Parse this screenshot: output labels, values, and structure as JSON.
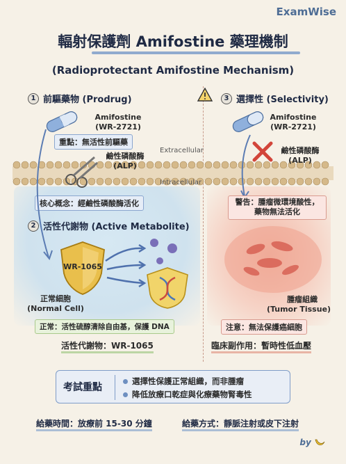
{
  "brand": "ExamWise",
  "title": "輻射保護劑 Amifostine 藥理機制",
  "subtitle": "(Radioprotectant Amifostine Mechanism)",
  "left": {
    "s1_num": "1",
    "s1_title": "前驅藥物 (Prodrug)",
    "drug_name": "Amifostine",
    "drug_code": "(WR-2721)",
    "key_point": "重點：無活性前驅藥",
    "enzyme": "鹼性磷酸酶",
    "enzyme_abbr": "(ALP)",
    "core_concept": "核心概念：經鹼性磷酸酶活化",
    "s2_num": "2",
    "s2_title": "活性代謝物 (Active Metabolite)",
    "shield_label": "WR-1065",
    "cell_label": "正常細胞",
    "cell_label_en": "(Normal Cell)",
    "normal_note": "正常：活性硫醇清除自由基，保護 DNA",
    "metabolite": "活性代謝物：WR-1065"
  },
  "membrane": {
    "extracellular": "Extracellular",
    "intracellular": "Intracellular"
  },
  "right": {
    "s3_num": "3",
    "s3_title": "選擇性 (Selectivity)",
    "drug_name": "Amifostine",
    "drug_code": "(WR-2721)",
    "enzyme": "鹼性磷酸酶",
    "enzyme_abbr": "(ALP)",
    "warning_line1": "警告：腫瘤微環境酸性，",
    "warning_line2": "藥物無法活化",
    "tumor_label": "腫瘤組織",
    "tumor_label_en": "(Tumor Tissue)",
    "tumor_note": "注意：無法保護癌細胞",
    "side_effect": "臨床副作用：暫時性低血壓"
  },
  "exam": {
    "title": "考試重點",
    "items": [
      "選擇性保護正常組織，而非腫瘤",
      "降低放療口乾症與化療藥物腎毒性"
    ]
  },
  "footer": {
    "timing": "給藥時間：放療前 15-30 分鐘",
    "route": "給藥方式：靜脈注射或皮下注射"
  },
  "signature": "by",
  "colors": {
    "accent": "#6e93c6",
    "normal": "#cfe2ee",
    "tumor": "#f2b7a6",
    "shield": "#e2b23c"
  }
}
